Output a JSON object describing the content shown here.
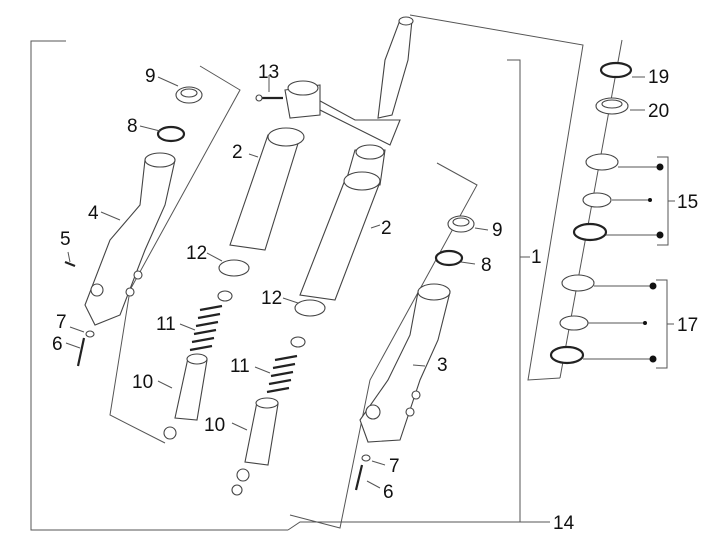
{
  "diagram": {
    "title": "Front fork exploded parts diagram",
    "callouts": [
      {
        "id": "c9a",
        "text": "9"
      },
      {
        "id": "c8a",
        "text": "8"
      },
      {
        "id": "c4",
        "text": "4"
      },
      {
        "id": "c5",
        "text": "5"
      },
      {
        "id": "c7a",
        "text": "7"
      },
      {
        "id": "c6a",
        "text": "6"
      },
      {
        "id": "c13",
        "text": "13"
      },
      {
        "id": "c2a",
        "text": "2"
      },
      {
        "id": "c2b",
        "text": "2"
      },
      {
        "id": "c12a",
        "text": "12"
      },
      {
        "id": "c12b",
        "text": "12"
      },
      {
        "id": "c11a",
        "text": "11"
      },
      {
        "id": "c11b",
        "text": "11"
      },
      {
        "id": "c10a",
        "text": "10"
      },
      {
        "id": "c10b",
        "text": "10"
      },
      {
        "id": "c9b",
        "text": "9"
      },
      {
        "id": "c8b",
        "text": "8"
      },
      {
        "id": "c3",
        "text": "3"
      },
      {
        "id": "c7b",
        "text": "7"
      },
      {
        "id": "c6b",
        "text": "6"
      },
      {
        "id": "c1",
        "text": "1"
      },
      {
        "id": "c14",
        "text": "14"
      },
      {
        "id": "c19",
        "text": "19"
      },
      {
        "id": "c20",
        "text": "20"
      },
      {
        "id": "c15",
        "text": "15"
      },
      {
        "id": "c17",
        "text": "17"
      }
    ]
  }
}
